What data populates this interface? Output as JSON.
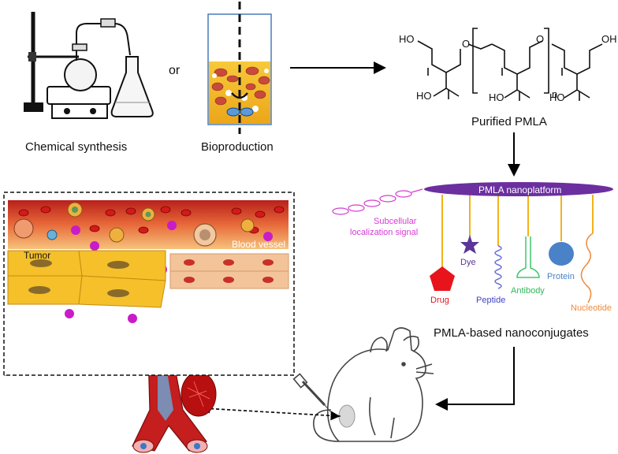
{
  "synthesis": {
    "chemical_label": "Chemical synthesis",
    "or_label": "or",
    "bio_label": "Bioproduction"
  },
  "structure": {
    "label": "Purified PMLA",
    "ho_left": "HO",
    "oh_right": "OH",
    "o1": "O",
    "o2": "O",
    "oh_bottom1": "HO",
    "oh_bottom2": "HO",
    "oh_bottom3": "HO",
    "n": "n"
  },
  "nanoplatform": {
    "title": "PMLA nanoplatform",
    "subcellular_line1": "Subcellular",
    "subcellular_line2": "localization signal",
    "drug": "Drug",
    "dye": "Dye",
    "peptide": "Peptide",
    "antibody": "Antibody",
    "protein": "Protein",
    "nucleotide": "Nucleotide",
    "caption": "PMLA-based nanoconjugates"
  },
  "tissue": {
    "tumor": "Tumor",
    "blood_vessel": "Blood vessel"
  },
  "colors": {
    "pmla_bar": "#6b2fa0",
    "drug": "#e8141b",
    "dye": "#5b3597",
    "peptide": "#6a6fd8",
    "antibody": "#3cc86a",
    "protein": "#4a82c8",
    "nucleotide": "#f08a3c",
    "subcellular": "#d63ad6",
    "tether": "#f3b21b"
  }
}
